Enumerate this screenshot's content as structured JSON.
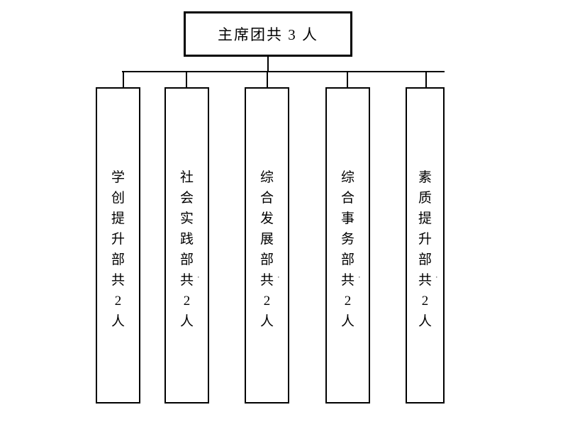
{
  "org_chart": {
    "root": {
      "label": "主席团共 3 人"
    },
    "space_dot_mark": "·",
    "departments": [
      {
        "label": "学创提升部共2人",
        "chars": [
          "学",
          "创",
          "提",
          "升",
          "部",
          "共",
          "2",
          "人"
        ],
        "dot_after_index": -1
      },
      {
        "label": "社会实践部共 2人",
        "chars": [
          "社",
          "会",
          "实",
          "践",
          "部",
          "共",
          "2",
          "人"
        ],
        "dot_after_index": 5
      },
      {
        "label": "综合发展部共 2人",
        "chars": [
          "综",
          "合",
          "发",
          "展",
          "部",
          "共",
          "2",
          "人"
        ],
        "dot_after_index": 5
      },
      {
        "label": "综合事务部共 2人",
        "chars": [
          "综",
          "合",
          "事",
          "务",
          "部",
          "共",
          "2",
          "人"
        ],
        "dot_after_index": 5
      },
      {
        "label": "素质提升部共 2人",
        "chars": [
          "素",
          "质",
          "提",
          "升",
          "部",
          "共",
          "2",
          "人"
        ],
        "dot_after_index": 5
      }
    ],
    "colors": {
      "line": "#000000",
      "text": "#000000",
      "background": "#ffffff"
    }
  }
}
